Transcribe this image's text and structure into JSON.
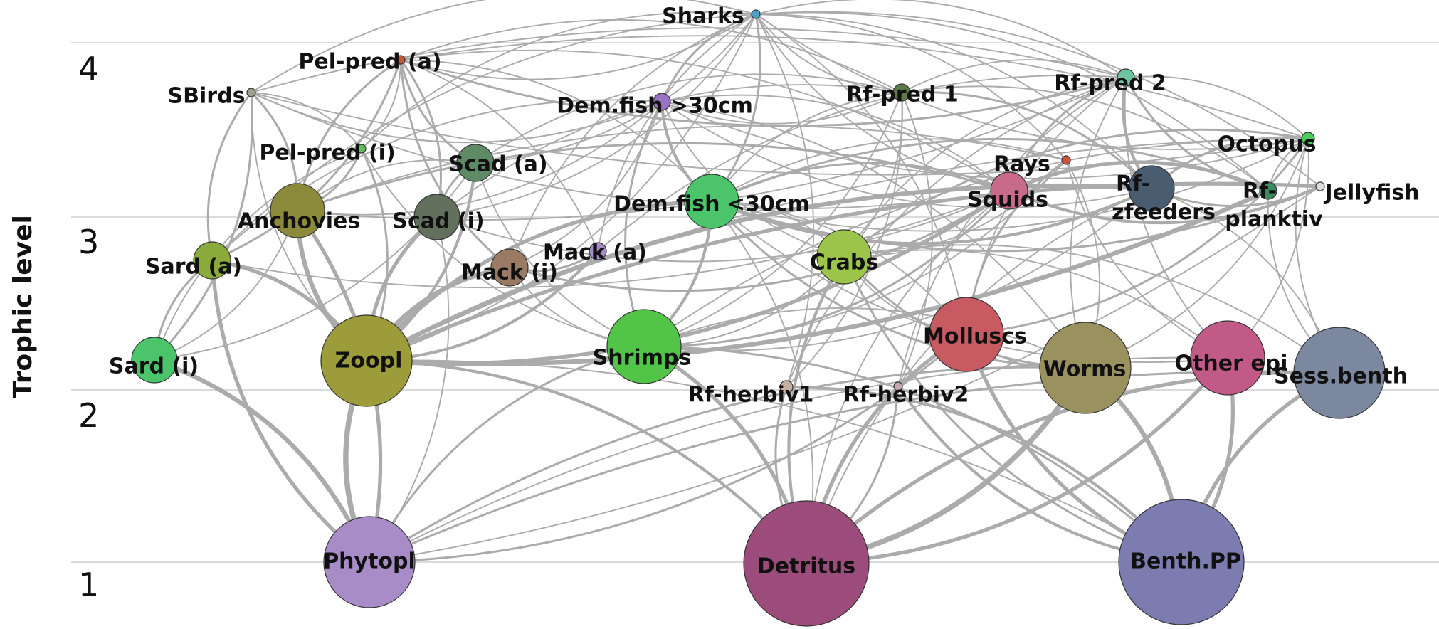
{
  "axis": {
    "title": "Trophic level",
    "ticks": [
      "1",
      "2",
      "3",
      "4"
    ]
  },
  "colors": {
    "link": "#ababab",
    "grid": "#cfcfcf",
    "node_stroke": "#333333"
  },
  "nodes": [
    {
      "id": "sharks",
      "label": "Sharks",
      "color": "#4aa3c8",
      "size": 1
    },
    {
      "id": "pelpred_a",
      "label": "Pel-pred (a)",
      "color": "#c8553d",
      "size": 1
    },
    {
      "id": "sbirds",
      "label": "SBirds",
      "color": "#9aa08a",
      "size": 1
    },
    {
      "id": "demfish_gt30",
      "label": "Dem.fish >30cm",
      "color": "#9a72c2",
      "size": 3
    },
    {
      "id": "rfpred1",
      "label": "Rf-pred 1",
      "color": "#5e7a46",
      "size": 3
    },
    {
      "id": "rfpred2",
      "label": "Rf-pred 2",
      "color": "#6fc4a0",
      "size": 3
    },
    {
      "id": "octopus",
      "label": "Octopus",
      "color": "#4ccc5a",
      "size": 2
    },
    {
      "id": "pelpred_i",
      "label": "Pel-pred (i)",
      "color": "#5fbf5a",
      "size": 1
    },
    {
      "id": "scad_a",
      "label": "Scad (a)",
      "color": "#5f8a66",
      "size": 4
    },
    {
      "id": "rays",
      "label": "Rays",
      "color": "#c8553d",
      "size": 1
    },
    {
      "id": "rfzfeeders",
      "label": "Rf-zfeeders",
      "color": "#4a5c70",
      "size": 5
    },
    {
      "id": "rfplanktiv",
      "label": "Rf-planktiv",
      "color": "#3e8a60",
      "size": 3
    },
    {
      "id": "jellyfish",
      "label": "Jellyfish",
      "color": "#dddddd",
      "size": 1
    },
    {
      "id": "anchovies",
      "label": "Anchovies",
      "color": "#8a8a3a",
      "size": 6
    },
    {
      "id": "scad_i",
      "label": "Scad (i)",
      "color": "#63705e",
      "size": 5
    },
    {
      "id": "demfish_lt30",
      "label": "Dem.fish <30cm",
      "color": "#4cc46c",
      "size": 6
    },
    {
      "id": "squids",
      "label": "Squids",
      "color": "#c86a8a",
      "size": 4
    },
    {
      "id": "sard_a",
      "label": "Sard (a)",
      "color": "#8aaa3c",
      "size": 4
    },
    {
      "id": "mack_a",
      "label": "Mack (a)",
      "color": "#a58ac8",
      "size": 3
    },
    {
      "id": "mack_i",
      "label": "Mack (i)",
      "color": "#9a7a62",
      "size": 4
    },
    {
      "id": "crabs",
      "label": "Crabs",
      "color": "#9cc44a",
      "size": 6
    },
    {
      "id": "sard_i",
      "label": "Sard (i)",
      "color": "#4cc46c",
      "size": 5
    },
    {
      "id": "zoopl",
      "label": "Zoopl",
      "color": "#9c9c3a",
      "size": 9
    },
    {
      "id": "shrimps",
      "label": "Shrimps",
      "color": "#52c448",
      "size": 8
    },
    {
      "id": "molluscs",
      "label": "Molluscs",
      "color": "#c85a62",
      "size": 8
    },
    {
      "id": "worms",
      "label": "Worms",
      "color": "#9a925e",
      "size": 9
    },
    {
      "id": "otherepi",
      "label": "Other epi",
      "color": "#c25a88",
      "size": 8
    },
    {
      "id": "sessbenth",
      "label": "Sess.benth",
      "color": "#7c88a0",
      "size": 9
    },
    {
      "id": "rfherbiv1",
      "label": "Rf-herbiv1",
      "color": "#c8b0a0",
      "size": 2
    },
    {
      "id": "rfherbiv2",
      "label": "Rf-herbiv2",
      "color": "#c8a8b8",
      "size": 1
    },
    {
      "id": "phytopl",
      "label": "Phytopl",
      "color": "#a88cc8",
      "size": 9
    },
    {
      "id": "detritus",
      "label": "Detritus",
      "color": "#9c4c7a",
      "size": 10
    },
    {
      "id": "benthpp",
      "label": "Benth.PP",
      "color": "#7c7cb0",
      "size": 10
    }
  ],
  "links": [
    {
      "s": "phytopl",
      "t": "zoopl",
      "w": 6
    },
    {
      "s": "phytopl",
      "t": "sard_i",
      "w": 5
    },
    {
      "s": "phytopl",
      "t": "sard_a",
      "w": 4
    },
    {
      "s": "phytopl",
      "t": "anchovies",
      "w": 4
    },
    {
      "s": "phytopl",
      "t": "shrimps",
      "w": 2
    },
    {
      "s": "phytopl",
      "t": "molluscs",
      "w": 2
    },
    {
      "s": "phytopl",
      "t": "worms",
      "w": 2
    },
    {
      "s": "phytopl",
      "t": "jellyfish",
      "w": 1
    },
    {
      "s": "phytopl",
      "t": "sessbenth",
      "w": 2
    },
    {
      "s": "phytopl",
      "t": "scad_i",
      "w": 1
    },
    {
      "s": "phytopl",
      "t": "otherepi",
      "w": 1
    },
    {
      "s": "detritus",
      "t": "worms",
      "w": 6
    },
    {
      "s": "detritus",
      "t": "molluscs",
      "w": 4
    },
    {
      "s": "detritus",
      "t": "shrimps",
      "w": 4
    },
    {
      "s": "detritus",
      "t": "crabs",
      "w": 3
    },
    {
      "s": "detritus",
      "t": "zoopl",
      "w": 3
    },
    {
      "s": "detritus",
      "t": "sessbenth",
      "w": 4
    },
    {
      "s": "detritus",
      "t": "otherepi",
      "w": 4
    },
    {
      "s": "detritus",
      "t": "rfherbiv1",
      "w": 2
    },
    {
      "s": "detritus",
      "t": "rfherbiv2",
      "w": 2
    },
    {
      "s": "detritus",
      "t": "squids",
      "w": 1
    },
    {
      "s": "detritus",
      "t": "demfish_lt30",
      "w": 1
    },
    {
      "s": "detritus",
      "t": "rfzfeeders",
      "w": 1
    },
    {
      "s": "benthpp",
      "t": "worms",
      "w": 5
    },
    {
      "s": "benthpp",
      "t": "molluscs",
      "w": 4
    },
    {
      "s": "benthpp",
      "t": "otherepi",
      "w": 4
    },
    {
      "s": "benthpp",
      "t": "sessbenth",
      "w": 4
    },
    {
      "s": "benthpp",
      "t": "rfherbiv1",
      "w": 3
    },
    {
      "s": "benthpp",
      "t": "rfherbiv2",
      "w": 3
    },
    {
      "s": "benthpp",
      "t": "shrimps",
      "w": 2
    },
    {
      "s": "benthpp",
      "t": "crabs",
      "w": 2
    },
    {
      "s": "benthpp",
      "t": "zoopl",
      "w": 1
    },
    {
      "s": "zoopl",
      "t": "anchovies",
      "w": 5
    },
    {
      "s": "zoopl",
      "t": "sard_a",
      "w": 4
    },
    {
      "s": "zoopl",
      "t": "scad_i",
      "w": 4
    },
    {
      "s": "zoopl",
      "t": "scad_a",
      "w": 3
    },
    {
      "s": "zoopl",
      "t": "mack_i",
      "w": 5
    },
    {
      "s": "zoopl",
      "t": "mack_a",
      "w": 3
    },
    {
      "s": "zoopl",
      "t": "demfish_lt30",
      "w": 4
    },
    {
      "s": "zoopl",
      "t": "squids",
      "w": 4
    },
    {
      "s": "zoopl",
      "t": "rfzfeeders",
      "w": 5
    },
    {
      "s": "zoopl",
      "t": "rfplanktiv",
      "w": 5
    },
    {
      "s": "zoopl",
      "t": "jellyfish",
      "w": 4
    },
    {
      "s": "zoopl",
      "t": "pelpred_i",
      "w": 2
    },
    {
      "s": "zoopl",
      "t": "sbirds",
      "w": 1
    },
    {
      "s": "zoopl",
      "t": "sharks",
      "w": 1
    },
    {
      "s": "zoopl",
      "t": "octopus",
      "w": 1
    },
    {
      "s": "sard_i",
      "t": "sbirds",
      "w": 2
    },
    {
      "s": "sard_i",
      "t": "pelpred_i",
      "w": 1
    },
    {
      "s": "sard_i",
      "t": "scad_a",
      "w": 1
    },
    {
      "s": "sard_i",
      "t": "sard_a",
      "w": 2
    },
    {
      "s": "sard_i",
      "t": "anchovies",
      "w": 1
    },
    {
      "s": "sard_a",
      "t": "sbirds",
      "w": 2
    },
    {
      "s": "sard_a",
      "t": "pelpred_a",
      "w": 2
    },
    {
      "s": "sard_a",
      "t": "sharks",
      "w": 1
    },
    {
      "s": "sard_a",
      "t": "squids",
      "w": 1
    },
    {
      "s": "sard_a",
      "t": "demfish_gt30",
      "w": 1
    },
    {
      "s": "anchovies",
      "t": "sbirds",
      "w": 2
    },
    {
      "s": "anchovies",
      "t": "pelpred_a",
      "w": 2
    },
    {
      "s": "anchovies",
      "t": "pelpred_i",
      "w": 2
    },
    {
      "s": "anchovies",
      "t": "scad_a",
      "w": 1
    },
    {
      "s": "anchovies",
      "t": "demfish_gt30",
      "w": 1
    },
    {
      "s": "anchovies",
      "t": "squids",
      "w": 2
    },
    {
      "s": "anchovies",
      "t": "rfpred2",
      "w": 1
    },
    {
      "s": "anchovies",
      "t": "rays",
      "w": 1
    },
    {
      "s": "scad_i",
      "t": "pelpred_a",
      "w": 2
    },
    {
      "s": "scad_i",
      "t": "scad_a",
      "w": 2
    },
    {
      "s": "scad_i",
      "t": "sharks",
      "w": 1
    },
    {
      "s": "scad_i",
      "t": "rfpred1",
      "w": 1
    },
    {
      "s": "scad_i",
      "t": "squids",
      "w": 1
    },
    {
      "s": "scad_a",
      "t": "pelpred_a",
      "w": 2
    },
    {
      "s": "scad_a",
      "t": "sharks",
      "w": 1
    },
    {
      "s": "scad_a",
      "t": "rfpred1",
      "w": 1
    },
    {
      "s": "mack_i",
      "t": "mack_a",
      "w": 2
    },
    {
      "s": "mack_i",
      "t": "pelpred_a",
      "w": 2
    },
    {
      "s": "mack_i",
      "t": "demfish_gt30",
      "w": 1
    },
    {
      "s": "mack_i",
      "t": "sharks",
      "w": 1
    },
    {
      "s": "mack_i",
      "t": "squids",
      "w": 2
    },
    {
      "s": "mack_a",
      "t": "sharks",
      "w": 1
    },
    {
      "s": "mack_a",
      "t": "pelpred_a",
      "w": 1
    },
    {
      "s": "mack_a",
      "t": "rfpred2",
      "w": 1
    },
    {
      "s": "shrimps",
      "t": "demfish_lt30",
      "w": 3
    },
    {
      "s": "shrimps",
      "t": "demfish_gt30",
      "w": 2
    },
    {
      "s": "shrimps",
      "t": "squids",
      "w": 2
    },
    {
      "s": "shrimps",
      "t": "scad_a",
      "w": 1
    },
    {
      "s": "shrimps",
      "t": "rays",
      "w": 1
    },
    {
      "s": "shrimps",
      "t": "octopus",
      "w": 1
    },
    {
      "s": "shrimps",
      "t": "rfpred1",
      "w": 1
    },
    {
      "s": "shrimps",
      "t": "mack_i",
      "w": 1
    },
    {
      "s": "shrimps",
      "t": "crabs",
      "w": 1
    },
    {
      "s": "shrimps",
      "t": "pelpred_i",
      "w": 1
    },
    {
      "s": "shrimps",
      "t": "rfzfeeders",
      "w": 1
    },
    {
      "s": "crabs",
      "t": "octopus",
      "w": 2
    },
    {
      "s": "crabs",
      "t": "rays",
      "w": 1
    },
    {
      "s": "crabs",
      "t": "demfish_gt30",
      "w": 1
    },
    {
      "s": "crabs",
      "t": "rfpred1",
      "w": 1
    },
    {
      "s": "crabs",
      "t": "rfpred2",
      "w": 1
    },
    {
      "s": "crabs",
      "t": "demfish_lt30",
      "w": 1
    },
    {
      "s": "molluscs",
      "t": "rays",
      "w": 2
    },
    {
      "s": "molluscs",
      "t": "octopus",
      "w": 2
    },
    {
      "s": "molluscs",
      "t": "crabs",
      "w": 1
    },
    {
      "s": "molluscs",
      "t": "demfish_lt30",
      "w": 1
    },
    {
      "s": "molluscs",
      "t": "rfpred2",
      "w": 1
    },
    {
      "s": "molluscs",
      "t": "sharks",
      "w": 1
    },
    {
      "s": "worms",
      "t": "demfish_lt30",
      "w": 2
    },
    {
      "s": "worms",
      "t": "rays",
      "w": 1
    },
    {
      "s": "worms",
      "t": "crabs",
      "w": 2
    },
    {
      "s": "worms",
      "t": "shrimps",
      "w": 1
    },
    {
      "s": "worms",
      "t": "rfpred2",
      "w": 1
    },
    {
      "s": "worms",
      "t": "demfish_gt30",
      "w": 1
    },
    {
      "s": "worms",
      "t": "molluscs",
      "w": 1
    },
    {
      "s": "worms",
      "t": "octopus",
      "w": 1
    },
    {
      "s": "otherepi",
      "t": "rays",
      "w": 1
    },
    {
      "s": "otherepi",
      "t": "octopus",
      "w": 1
    },
    {
      "s": "otherepi",
      "t": "rfpred2",
      "w": 1
    },
    {
      "s": "otherepi",
      "t": "crabs",
      "w": 1
    },
    {
      "s": "otherepi",
      "t": "demfish_lt30",
      "w": 1
    },
    {
      "s": "sessbenth",
      "t": "rfzfeeders",
      "w": 1
    },
    {
      "s": "sessbenth",
      "t": "octopus",
      "w": 1
    },
    {
      "s": "sessbenth",
      "t": "crabs",
      "w": 1
    },
    {
      "s": "sessbenth",
      "t": "rfplanktiv",
      "w": 1
    },
    {
      "s": "rfherbiv1",
      "t": "rfpred1",
      "w": 1
    },
    {
      "s": "rfherbiv1",
      "t": "rfpred2",
      "w": 1
    },
    {
      "s": "rfherbiv1",
      "t": "sharks",
      "w": 1
    },
    {
      "s": "rfherbiv2",
      "t": "rfpred2",
      "w": 1
    },
    {
      "s": "rfherbiv2",
      "t": "rfpred1",
      "w": 1
    },
    {
      "s": "demfish_lt30",
      "t": "demfish_gt30",
      "w": 3
    },
    {
      "s": "demfish_lt30",
      "t": "sharks",
      "w": 2
    },
    {
      "s": "demfish_lt30",
      "t": "rays",
      "w": 1
    },
    {
      "s": "demfish_lt30",
      "t": "pelpred_a",
      "w": 1
    },
    {
      "s": "demfish_lt30",
      "t": "rfpred1",
      "w": 1
    },
    {
      "s": "demfish_lt30",
      "t": "octopus",
      "w": 1
    },
    {
      "s": "demfish_lt30",
      "t": "squids",
      "w": 2
    },
    {
      "s": "demfish_lt30",
      "t": "rfzfeeders",
      "w": 3
    },
    {
      "s": "demfish_lt30",
      "t": "rfplanktiv",
      "w": 2
    },
    {
      "s": "demfish_lt30",
      "t": "jellyfish",
      "w": 2
    },
    {
      "s": "squids",
      "t": "sharks",
      "w": 1
    },
    {
      "s": "squids",
      "t": "demfish_gt30",
      "w": 1
    },
    {
      "s": "squids",
      "t": "rfplanktiv",
      "w": 4
    },
    {
      "s": "squids",
      "t": "jellyfish",
      "w": 3
    },
    {
      "s": "squids",
      "t": "rfpred2",
      "w": 2
    },
    {
      "s": "squids",
      "t": "pelpred_a",
      "w": 1
    },
    {
      "s": "squids",
      "t": "sbirds",
      "w": 1
    },
    {
      "s": "rfzfeeders",
      "t": "rfpred1",
      "w": 2
    },
    {
      "s": "rfzfeeders",
      "t": "rfpred2",
      "w": 3
    },
    {
      "s": "rfzfeeders",
      "t": "jellyfish",
      "w": 2
    },
    {
      "s": "rfzfeeders",
      "t": "octopus",
      "w": 2
    },
    {
      "s": "rfzfeeders",
      "t": "sharks",
      "w": 1
    },
    {
      "s": "rfzfeeders",
      "t": "demfish_gt30",
      "w": 1
    },
    {
      "s": "rfplanktiv",
      "t": "rfpred1",
      "w": 1
    },
    {
      "s": "rfplanktiv",
      "t": "rfpred2",
      "w": 2
    },
    {
      "s": "rfplanktiv",
      "t": "sharks",
      "w": 1
    },
    {
      "s": "rfplanktiv",
      "t": "octopus",
      "w": 1
    },
    {
      "s": "pelpred_i",
      "t": "pelpred_a",
      "w": 1
    },
    {
      "s": "pelpred_i",
      "t": "sharks",
      "w": 1
    },
    {
      "s": "pelpred_i",
      "t": "sbirds",
      "w": 1
    },
    {
      "s": "demfish_gt30",
      "t": "sharks",
      "w": 2
    },
    {
      "s": "demfish_gt30",
      "t": "rfpred1",
      "w": 1
    },
    {
      "s": "demfish_gt30",
      "t": "sbirds",
      "w": 1
    },
    {
      "s": "rays",
      "t": "sharks",
      "w": 1
    },
    {
      "s": "octopus",
      "t": "sharks",
      "w": 1
    },
    {
      "s": "octopus",
      "t": "rfpred2",
      "w": 1
    },
    {
      "s": "octopus",
      "t": "demfish_gt30",
      "w": 1
    },
    {
      "s": "jellyfish",
      "t": "sharks",
      "w": 1
    },
    {
      "s": "rfpred1",
      "t": "sharks",
      "w": 1
    },
    {
      "s": "rfpred2",
      "t": "sharks",
      "w": 1
    },
    {
      "s": "rfpred1",
      "t": "rfpred2",
      "w": 1
    },
    {
      "s": "pelpred_a",
      "t": "sharks",
      "w": 1
    },
    {
      "s": "sbirds",
      "t": "sharks",
      "w": 1
    },
    {
      "s": "pelpred_a",
      "t": "rfpred2",
      "w": 2
    },
    {
      "s": "sbirds",
      "t": "rfpred2",
      "w": 1
    },
    {
      "s": "sbirds",
      "t": "demfish_gt30",
      "w": 1
    },
    {
      "s": "pelpred_a",
      "t": "rfpred1",
      "w": 1
    },
    {
      "s": "sbirds",
      "t": "octopus",
      "w": 1
    },
    {
      "s": "pelpred_a",
      "t": "octopus",
      "w": 1
    }
  ]
}
